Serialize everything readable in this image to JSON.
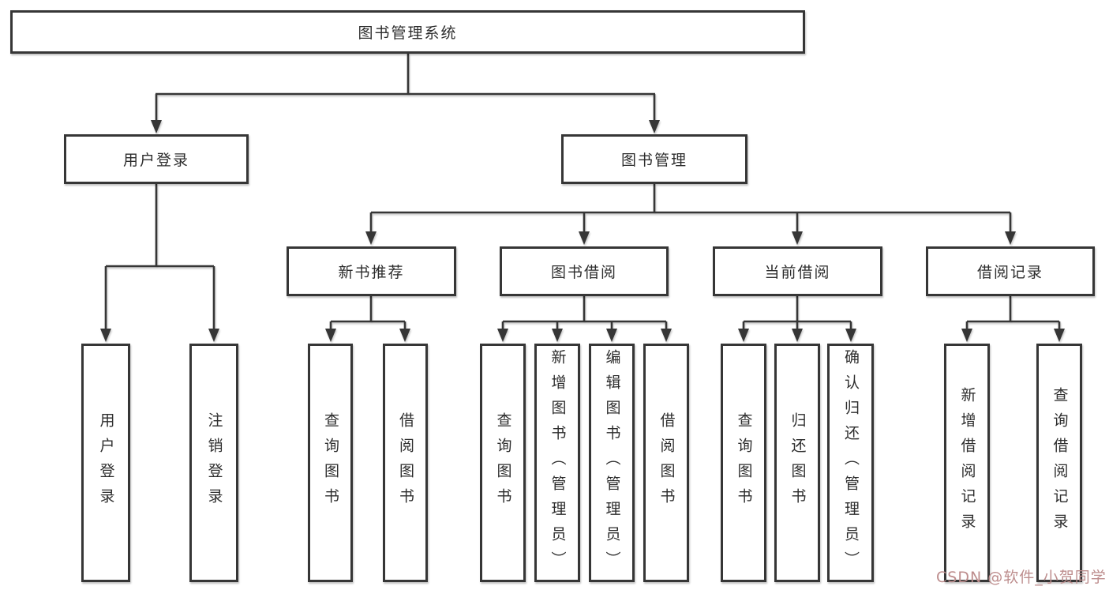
{
  "colors": {
    "line": "#363636",
    "box_border": "#363636",
    "box_fill": "#ffffff",
    "text": "#2d2d2d",
    "watermark": "#bd8d8d",
    "background": "#ffffff"
  },
  "tree": {
    "root": "图书管理系统",
    "branches": [
      {
        "label": "用户登录",
        "children": [
          "用户登录",
          "注销登录"
        ]
      },
      {
        "label": "图书管理",
        "sections": [
          {
            "label": "新书推荐",
            "children": [
              "查询图书",
              "借阅图书"
            ]
          },
          {
            "label": "图书借阅",
            "children": [
              "查询图书",
              "新增图书（管理员）",
              "编辑图书（管理员）",
              "借阅图书"
            ]
          },
          {
            "label": "当前借阅",
            "children": [
              "查询图书",
              "归还图书",
              "确认归还（管理员）"
            ]
          },
          {
            "label": "借阅记录",
            "children": [
              "新增借阅记录",
              "查询借阅记录"
            ]
          }
        ]
      }
    ]
  },
  "watermark": {
    "text": "CSDN @软件_小贺同学"
  }
}
